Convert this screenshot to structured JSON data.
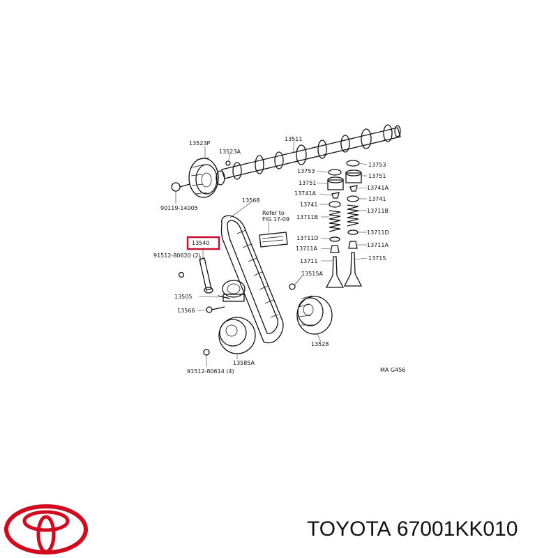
{
  "diagram": {
    "labels": {
      "p13523P": "13523P",
      "p13523A": "13523A",
      "p13511": "13511",
      "p90119": "90119-14005",
      "p13568": "13568",
      "refer_line1": "Refer to",
      "refer_line2": "FIG  17-09",
      "p13540": "13540",
      "p91512_a": "91512-80620 (2)",
      "p13505": "13505",
      "p13566": "13566",
      "p13585A": "13585A",
      "p91512_b": "91512-80614 (4)",
      "p13515A": "13515A",
      "p13528": "13528",
      "code": "MA G456",
      "l13753a": "13753",
      "l13751a": "13751",
      "l13741Aa": "13741A",
      "l13741a": "13741",
      "l13711Ba": "13711B",
      "l13711Da": "13711D",
      "l13711Aa": "13711A",
      "l13711": "13711",
      "r13753": "13753",
      "r13751": "13751",
      "r13741A": "13741A",
      "r13741": "13741",
      "r13711B": "13711B",
      "r13711D": "13711D",
      "r13711A": "13711A",
      "r13715": "13715"
    },
    "highlight_color": "#c8102e"
  },
  "footer": {
    "brand": "TOYOTA",
    "part_number": "67001KK010"
  },
  "logo": {
    "icon": "toyota-logo-icon",
    "color": "#d10a1e"
  }
}
